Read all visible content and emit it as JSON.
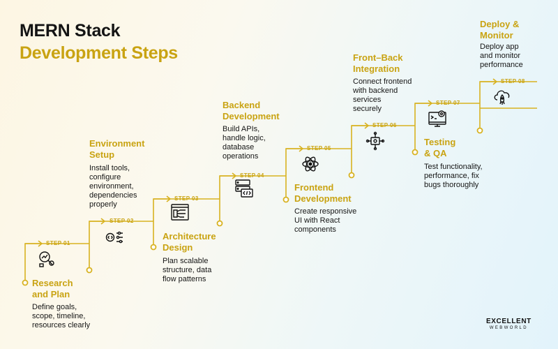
{
  "title": {
    "line1": "MERN Stack",
    "line2": "Development Steps"
  },
  "colors": {
    "accent": "#c9a312",
    "text": "#151515"
  },
  "steps": [
    {
      "label": "STEP 01",
      "heading": [
        "Research",
        "and Plan"
      ],
      "desc": [
        "Define goals,",
        "scope, timeline,",
        "resources clearly"
      ],
      "icon": "research-analytics-icon"
    },
    {
      "label": "STEP 02",
      "heading": [
        "Environment",
        "Setup"
      ],
      "desc": [
        "Install tools,",
        "configure",
        "environment,",
        "dependencies",
        "properly"
      ],
      "icon": "code-settings-icon"
    },
    {
      "label": "STEP 03",
      "heading": [
        "Architecture",
        "Design"
      ],
      "desc": [
        "Plan scalable",
        "structure, data",
        "flow patterns"
      ],
      "icon": "architecture-flow-icon"
    },
    {
      "label": "STEP 04",
      "heading": [
        "Backend",
        "Development"
      ],
      "desc": [
        "Build APIs,",
        "handle logic,",
        "database",
        "operations"
      ],
      "icon": "server-code-icon"
    },
    {
      "label": "STEP 05",
      "heading": [
        "Frontend",
        "Development"
      ],
      "desc": [
        "Create responsive",
        "UI with React",
        "components"
      ],
      "icon": "react-atom-icon"
    },
    {
      "label": "STEP 06",
      "heading": [
        "Front–Back",
        "Integration"
      ],
      "desc": [
        "Connect frontend",
        "with backend",
        "services",
        "securely"
      ],
      "icon": "integration-network-icon"
    },
    {
      "label": "STEP 07",
      "heading": [
        "Testing",
        "& QA"
      ],
      "desc": [
        "Test functionality,",
        "performance, fix",
        "bugs thoroughly"
      ],
      "icon": "testing-monitor-icon"
    },
    {
      "label": "STEP 08",
      "heading": [
        "Deploy &",
        "Monitor"
      ],
      "desc": [
        "Deploy app",
        "and monitor",
        "performance"
      ],
      "icon": "cloud-rocket-icon"
    }
  ],
  "logo": {
    "line1": "EXCELLENT",
    "line2": "WEBWORLD"
  }
}
